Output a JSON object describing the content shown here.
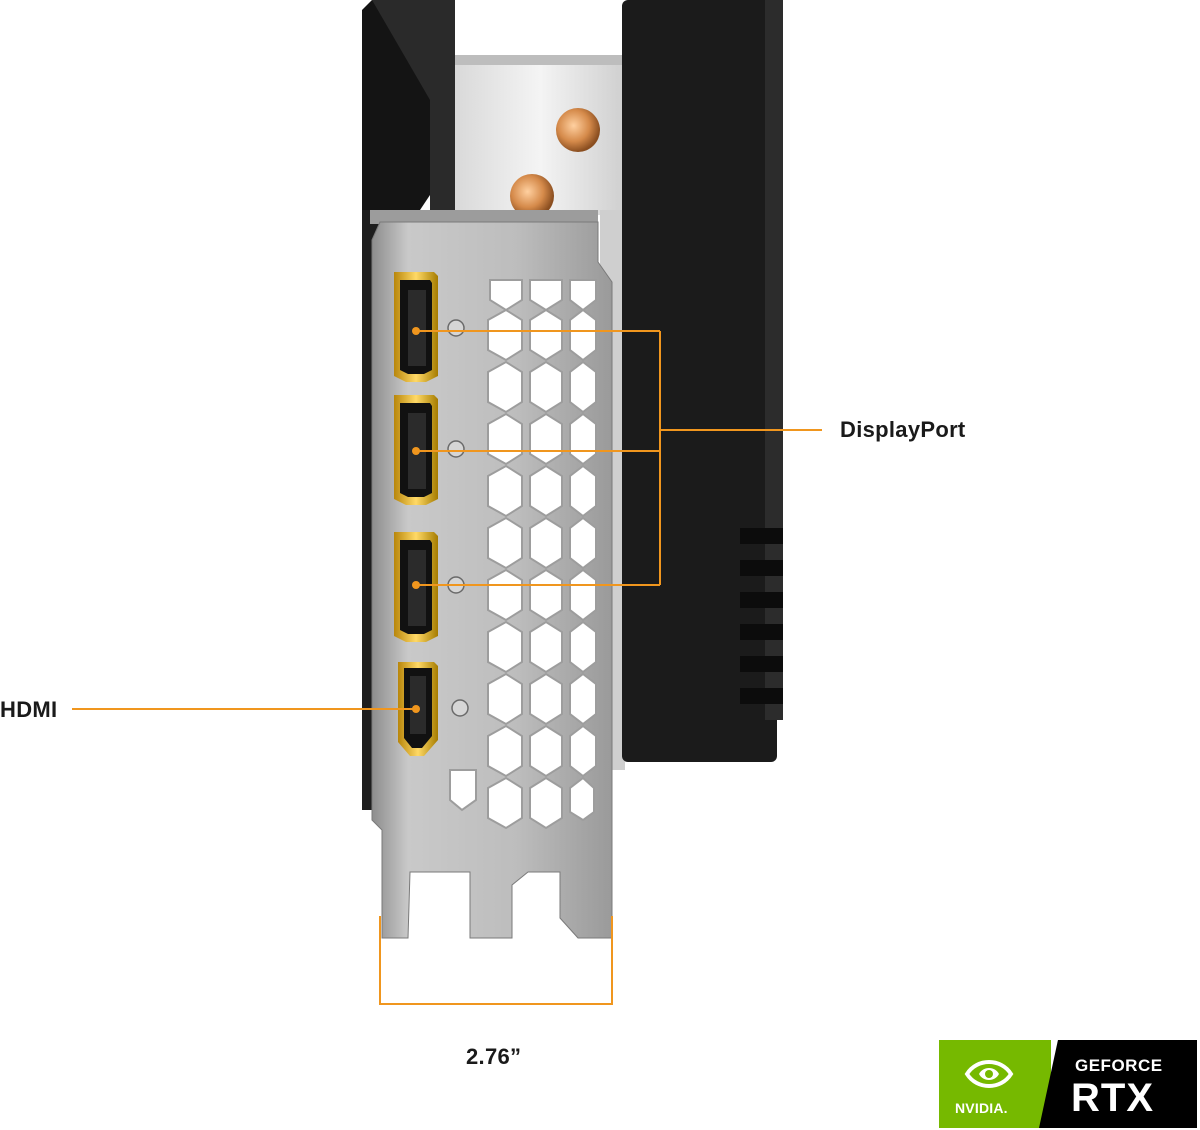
{
  "labels": {
    "displayport": "DisplayPort",
    "hdmi": "HDMI",
    "bracket_width": "2.76”"
  },
  "badge": {
    "brand": "NVIDIA.",
    "line1": "GEFORCE",
    "line2": "RTX"
  },
  "colors": {
    "accent": "#f0961e",
    "nvidia_green": "#76b900",
    "bracket_metal": "#b9b9b9",
    "heatsink": "#1b1b1b"
  },
  "icons": [
    "nvidia-eye-icon"
  ]
}
